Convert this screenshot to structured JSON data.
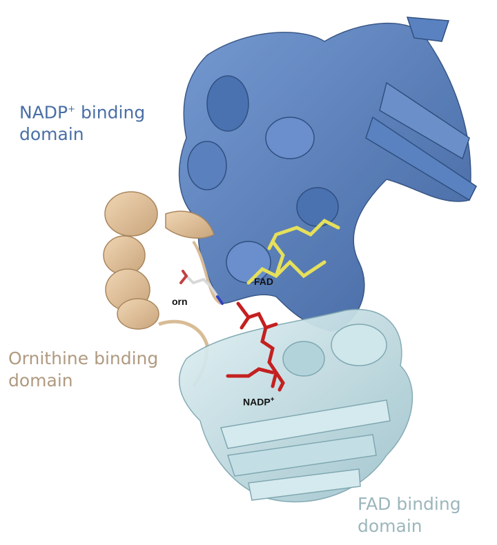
{
  "domains": {
    "nadp": {
      "line1_prefix": "NADP",
      "line1_sup": "+",
      "line1_suffix": " binding",
      "line2": "domain",
      "color": "#4a6fa5"
    },
    "ornithine": {
      "line1": "Ornithine binding",
      "line2": "domain",
      "color": "#b09a80"
    },
    "fad": {
      "line1": "FAD binding",
      "line2": "domain",
      "color": "#9cb6bc"
    }
  },
  "ligands": {
    "fad": {
      "label": "FAD",
      "color": "#e6e05a"
    },
    "orn": {
      "label": "orn",
      "color": "#d8d8d8"
    },
    "nadp": {
      "label_prefix": "NADP",
      "label_sup": "+",
      "color": "#c42020"
    }
  },
  "colors": {
    "nadp_domain_ribbon": "#4f78b8",
    "ornithine_domain_ribbon": "#e3c59e",
    "fad_domain_ribbon": "#bfdde3"
  }
}
